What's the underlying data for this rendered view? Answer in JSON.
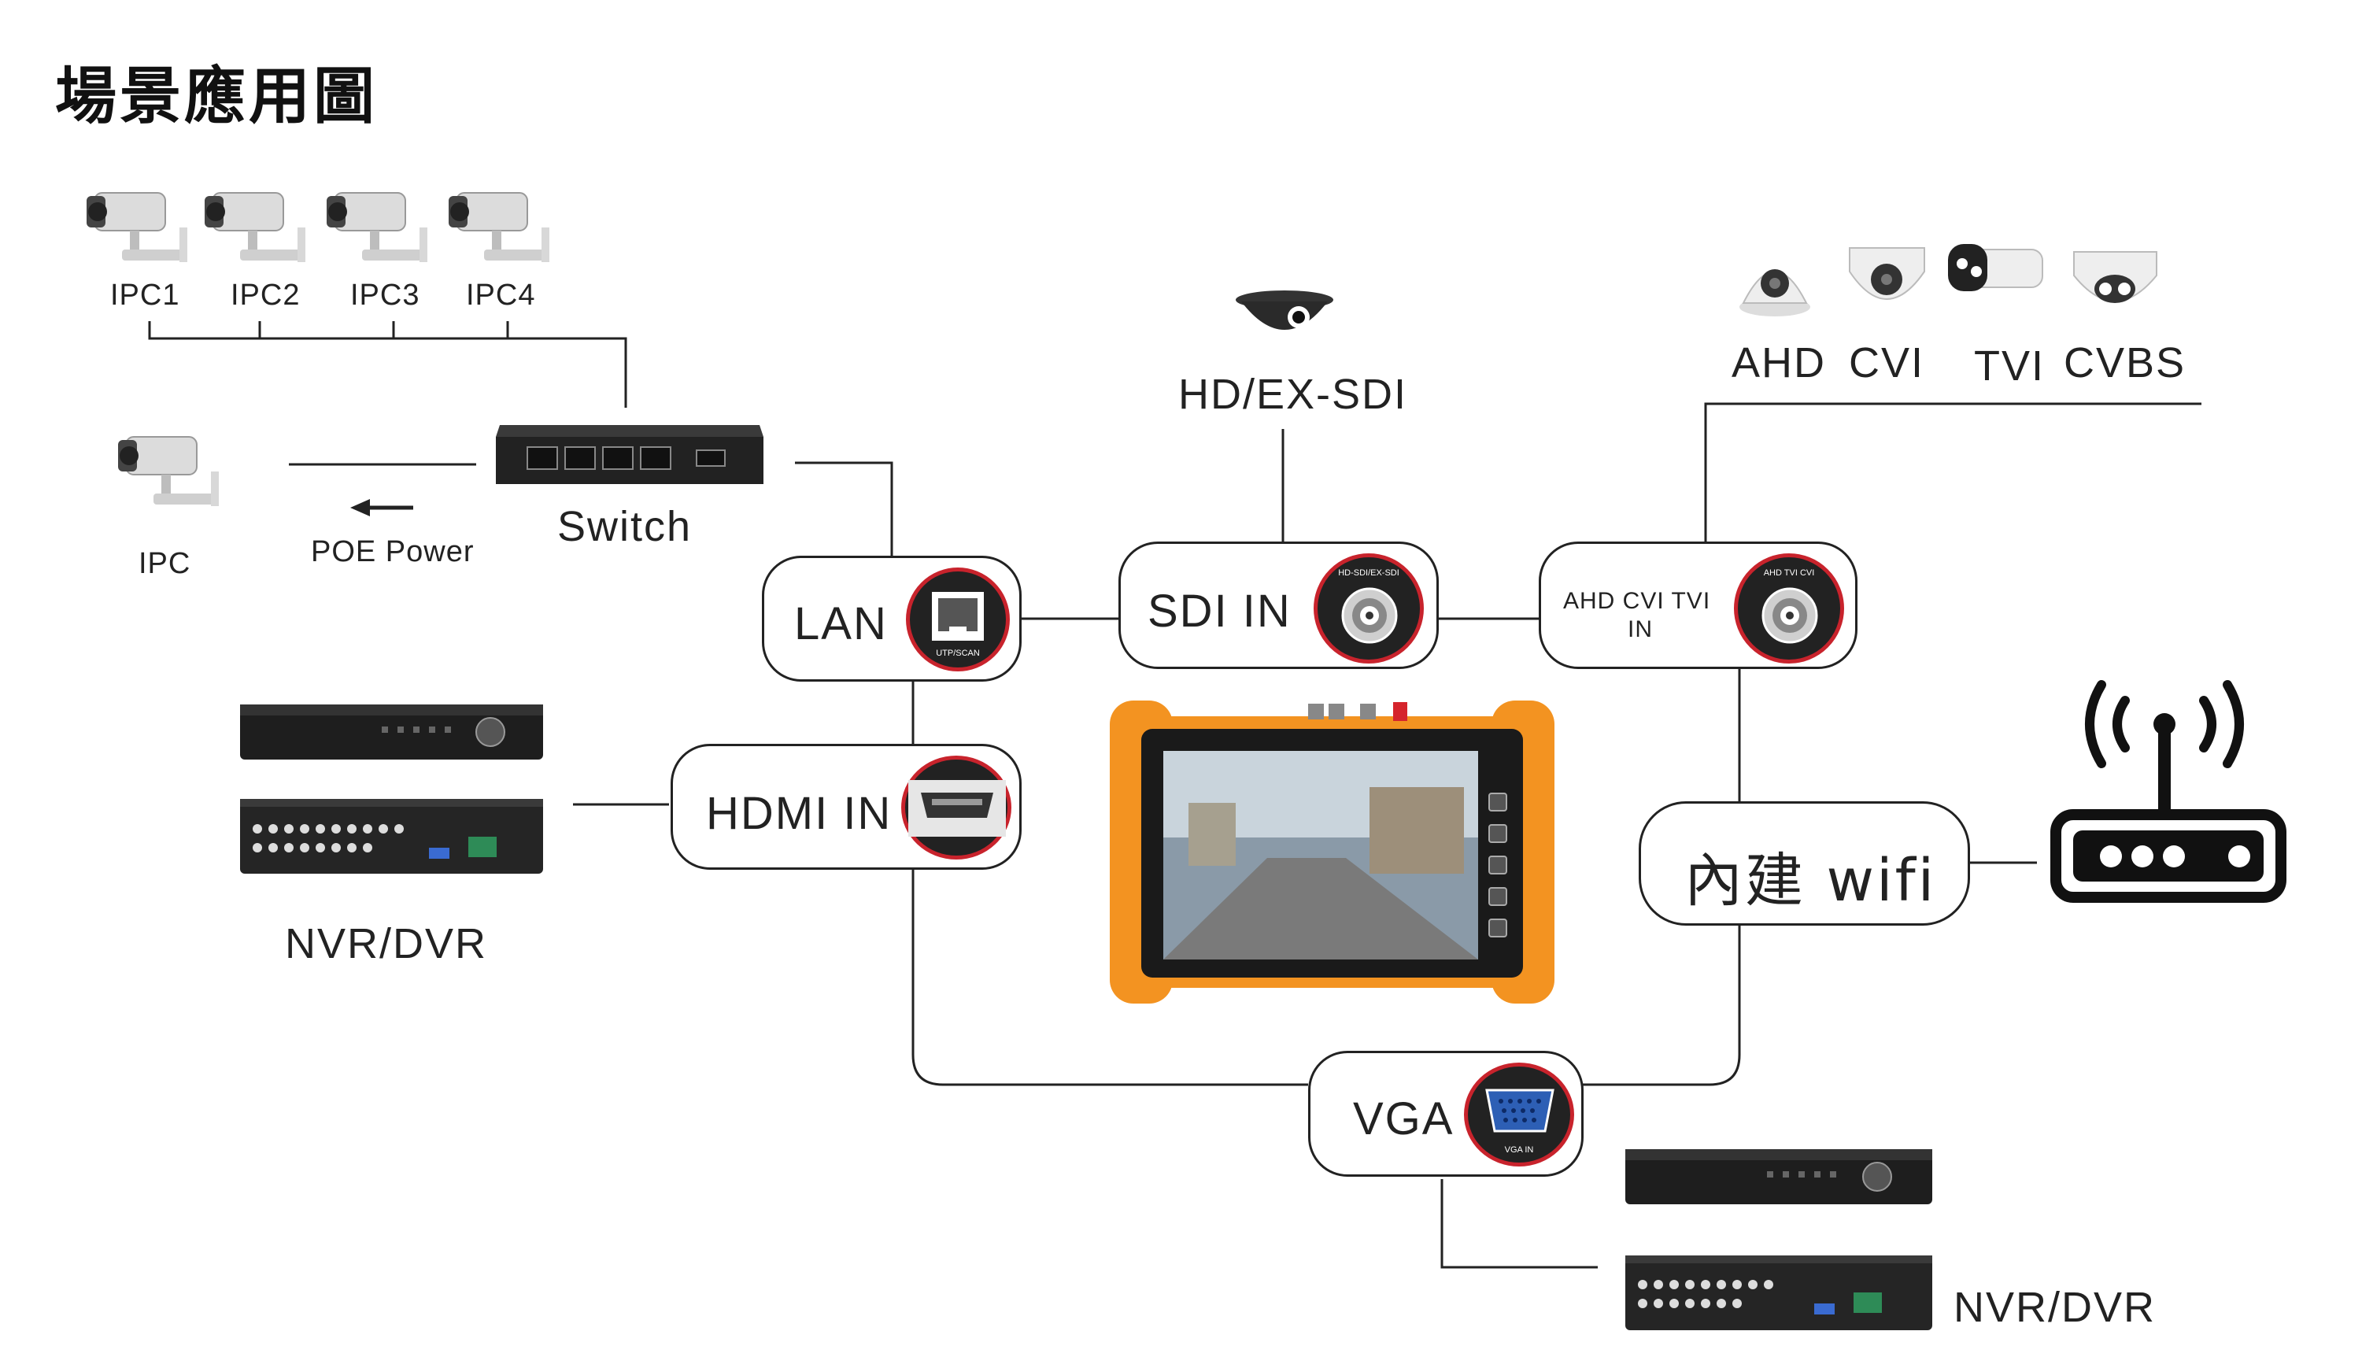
{
  "title": "場景應用圖",
  "ipc_labels": [
    "IPC1",
    "IPC2",
    "IPC3",
    "IPC4"
  ],
  "ipc_single_label": "IPC",
  "poe_label": "POE Power",
  "switch_label": "Switch",
  "sdi_source_label": "HD/EX-SDI",
  "analog_camera_labels": [
    "AHD",
    "CVI",
    "TVI",
    "CVBS"
  ],
  "nvr_left_label": "NVR/DVR",
  "nvr_bottom_label": "NVR/DVR",
  "ports": {
    "lan": {
      "label": "LAN",
      "caption": "UTP/SCAN"
    },
    "sdi": {
      "label": "SDI IN",
      "caption": "HD-SDI/EX-SDI"
    },
    "analog": {
      "label_line1": "AHD CVI TVI",
      "label_line2": "IN",
      "caption": "AHD TVI CVI"
    },
    "hdmi": {
      "label": "HDMI IN"
    },
    "vga": {
      "label": "VGA",
      "caption": "VGA IN"
    },
    "wifi": {
      "label": "內建 wifi"
    }
  },
  "colors": {
    "accent_red": "#c8232c",
    "device_orange": "#f39321",
    "line": "#222222"
  }
}
